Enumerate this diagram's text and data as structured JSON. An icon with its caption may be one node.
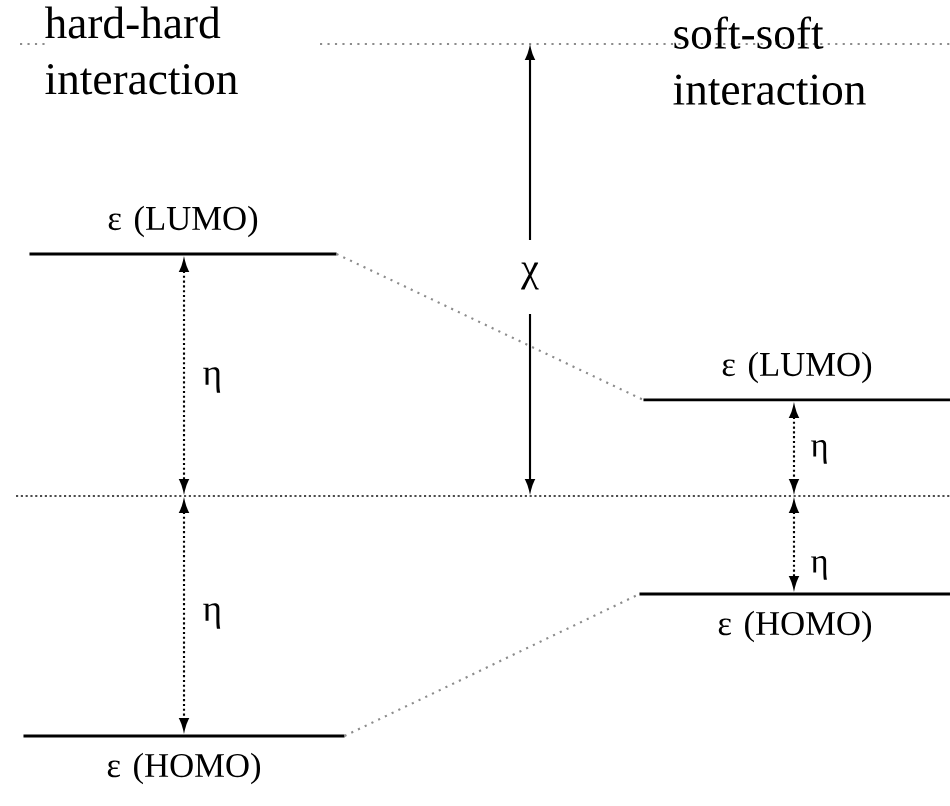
{
  "diagram": {
    "nodes": [
      {
        "text": [
          "ε (LUMO)"
        ]
      },
      {
        "text": [
          "ε (HOMO)"
        ]
      },
      {
        "text": [
          "ε (LUMO)"
        ]
      },
      {
        "text": [
          "ε (HOMO)"
        ]
      }
    ],
    "edges": [
      {
        "from": 0,
        "to": 2,
        "arrow": "none"
      },
      {
        "from": 1,
        "to": 3,
        "arrow": "none"
      }
    ],
    "labels": [
      "hard-hard interaction",
      "soft-soft interaction",
      "η",
      "η",
      "χ",
      "η",
      "η"
    ]
  }
}
